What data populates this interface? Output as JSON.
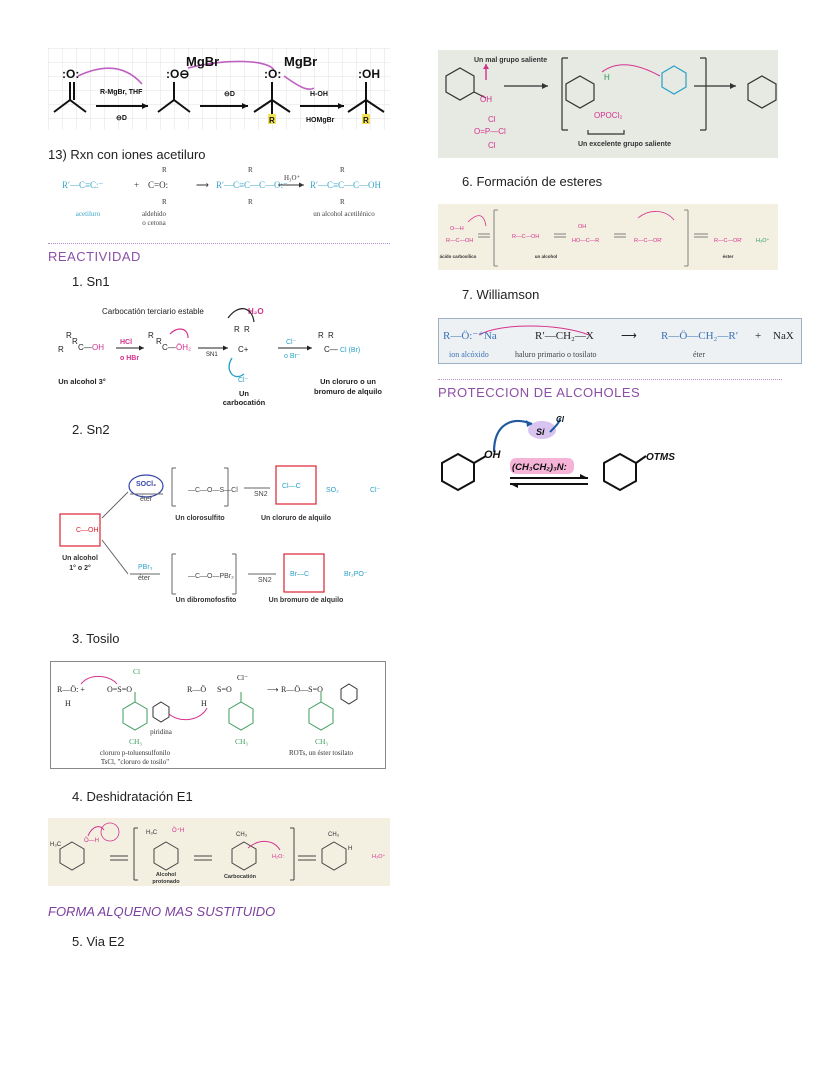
{
  "left": {
    "grignard_fig": {
      "o1": ":O:",
      "o2": ":O⊖",
      "o3": ":O:",
      "o4": ":OH",
      "mgbr1": "MgBr",
      "mgbr2": "MgBr",
      "reagent": "R-MgBr, THF",
      "dp": "⊖D",
      "dp2": "⊖D",
      "hoh": "H-OH",
      "homgbr": "HOMgBr",
      "r1": "R",
      "r2": "R"
    },
    "acetiluro_title": "13) Rxn con iones acetiluro",
    "acetiluro_fig": {
      "acetiluro": "acetiluro",
      "aldehido": "aldehído",
      "cetona": "o cetona",
      "alcohol": "un alcohol acetilénico",
      "h3o": "H₃O⁺"
    },
    "section_reactividad": "REACTIVIDAD",
    "items": {
      "sn1": "1.   Sn1",
      "sn2": "2.   Sn2",
      "tosilo": "3.   Tosilo",
      "e1": "4.   Deshidratación E1",
      "e2": "5.   Via E2"
    },
    "sn1_fig": {
      "estable": "Carbocatión terciario estable",
      "h2o": "H₂O",
      "hcl": "HCl",
      "hbr": "o HBr",
      "sn1": "SN1",
      "cl": "Cl⁻",
      "br": "o Br⁻",
      "clbr": "Cl (Br)",
      "alcohol3": "Un alcohol 3°",
      "un": "Un",
      "carbocation": "carbocatión",
      "cloruro1": "Un cloruro o un",
      "cloruro2": "bromuro de alquilo",
      "cl_minus": "Cl⁻"
    },
    "sn2_fig": {
      "socl2": "SOCl₂",
      "eter": "éter",
      "pbr3": "PBr₃",
      "eter2": "éter",
      "clorosulfito": "Un clorosulfito",
      "cloruro": "Un cloruro de alquilo",
      "alcohol": "Un alcohol",
      "grado": "1° o 2°",
      "dibromofosfito": "Un dibromofosfito",
      "bromuro": "Un bromuro de alquilo",
      "so2": "SO₂",
      "cl": "Cl⁻",
      "br3po": "Br₂PO⁻",
      "sn2a": "SN2",
      "sn2b": "SN2"
    },
    "tosilo_fig": {
      "piridina": "piridina",
      "cloruro1": "cloruro p-toluensulfonilo",
      "cloruro2": "TsCl, \"cloruro de tosilo\"",
      "rots": "ROTs, un éster tosilato",
      "cl": "Cl⁻",
      "ch3": "CH₃"
    },
    "e1_fig": {
      "protonado1": "Alcohol",
      "protonado2": "protonado",
      "carbocation": "Carbocatión",
      "h3o": "H₃O⁺",
      "h2o": "H₂O:"
    },
    "alqueno_note": "FORMA ALQUENO MAS SUSTITUIDO"
  },
  "right": {
    "pocl3_fig": {
      "malo": "Un mal grupo saliente",
      "excelente": "Un excelente grupo saliente",
      "opocl2": "OPOCl₂",
      "cl": "Cl"
    },
    "esteres_title": "6.   Formación de esteres",
    "esteres_fig": {
      "acido": "ácido carboxílico",
      "alcohol": "un alcohol",
      "ester": "éster",
      "h3o": "H₃O⁺"
    },
    "williamson_title": "7.   Williamson",
    "williamson_fig": {
      "r_o": "R—Ö:⁻⁺Na",
      "halide": "R′—CH₂—X",
      "arrow": "⟶",
      "product": "R—Ö—CH₂—R′",
      "plus": "+",
      "nax": "NaX",
      "alcoxido": "ion alcóxido",
      "haluro": "haluro primario o tosilato",
      "eter": "éter"
    },
    "section_proteccion": "PROTECCION DE ALCOHOLES",
    "proteccion_fig": {
      "oh": "OH",
      "sicl": "Si",
      "cl": "Cl",
      "base": "(CH₃CH₂)₃N:",
      "otms": "OTMS"
    }
  }
}
